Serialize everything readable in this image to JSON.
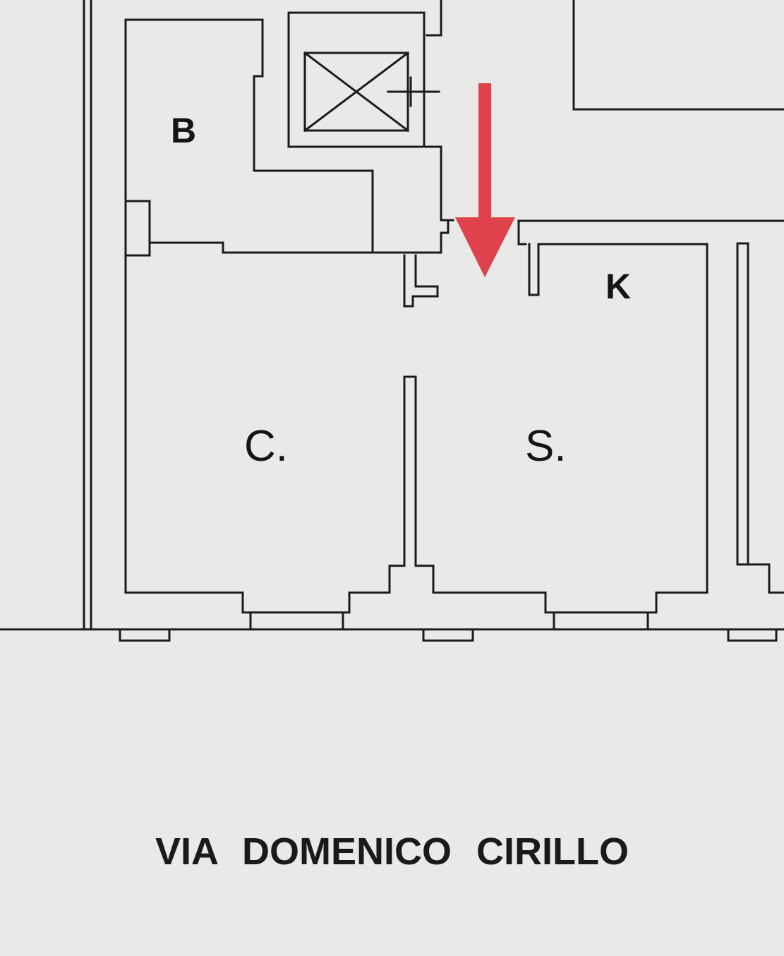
{
  "floor_plan": {
    "rooms": {
      "b": "B",
      "k": "K",
      "c": "C.",
      "s": "S."
    },
    "street_name": "VIA   DOMENICO   CIRILLO",
    "colors": {
      "paper": "#e9eae8",
      "ink": "#1b1b1b",
      "entrance_arrow": "#e0424b"
    },
    "icons": {
      "entrance": "down-arrow-icon",
      "elevator": "elevator-shaft-icon"
    }
  }
}
